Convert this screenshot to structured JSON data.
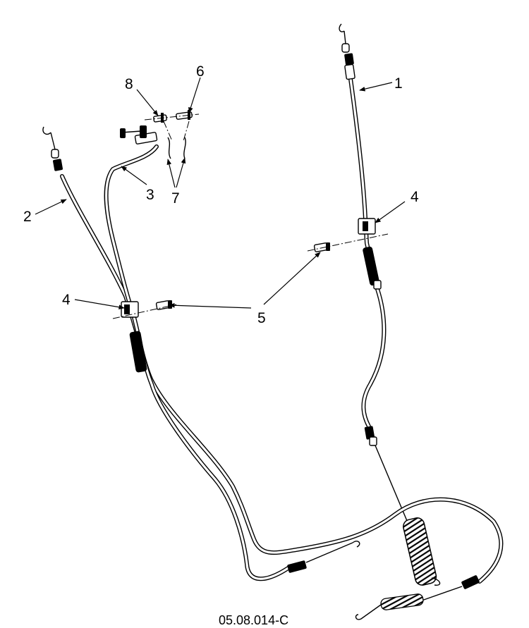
{
  "callouts": [
    {
      "id": "callout-1",
      "label": "1"
    },
    {
      "id": "callout-2",
      "label": "2"
    },
    {
      "id": "callout-3",
      "label": "3"
    },
    {
      "id": "callout-4a",
      "label": "4"
    },
    {
      "id": "callout-4b",
      "label": "4"
    },
    {
      "id": "callout-5",
      "label": "5"
    },
    {
      "id": "callout-6",
      "label": "6"
    },
    {
      "id": "callout-7",
      "label": "7"
    },
    {
      "id": "callout-8",
      "label": "8"
    }
  ],
  "figure_id": "05.08.014-C"
}
